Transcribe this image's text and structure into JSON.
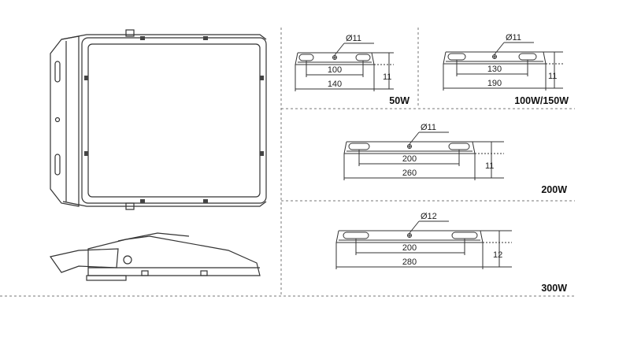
{
  "variants": [
    {
      "id": "50w",
      "label": "50W",
      "hole": "Ø11",
      "inner": "100",
      "outer": "140",
      "height": "11"
    },
    {
      "id": "100w",
      "label": "100W/150W",
      "hole": "Ø11",
      "inner": "130",
      "outer": "190",
      "height": "11"
    },
    {
      "id": "200w",
      "label": "200W",
      "hole": "Ø11",
      "inner": "200",
      "outer": "260",
      "height": "11"
    },
    {
      "id": "300w",
      "label": "300W",
      "hole": "Ø12",
      "inner": "200",
      "outer": "280",
      "height": "12"
    }
  ],
  "colors": {
    "line": "#333333",
    "dash": "#666666",
    "text": "#222222"
  }
}
